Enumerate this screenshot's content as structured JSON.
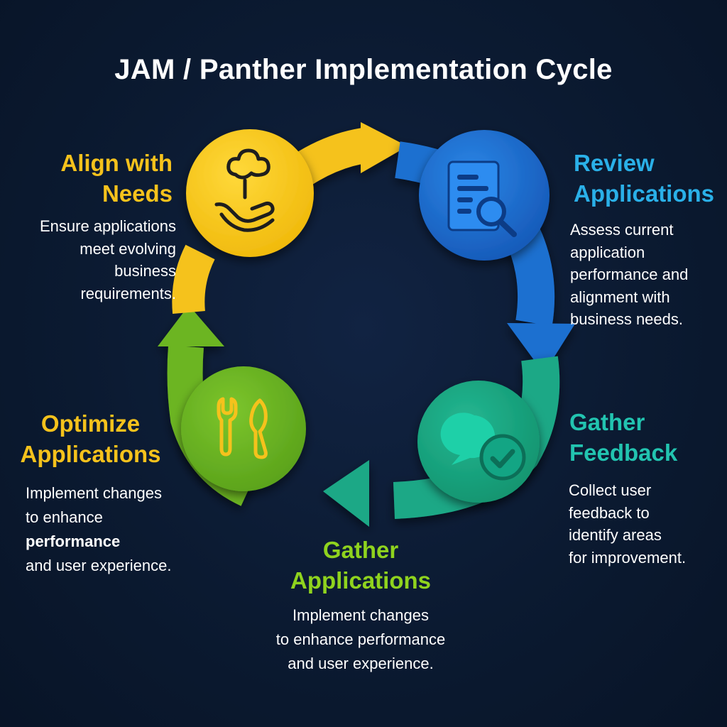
{
  "title": "JAM / Panther Implementation Cycle",
  "colors": {
    "background": "#0b1a31",
    "yellow": "#f5c518",
    "blue": "#1f6fd0",
    "teal": "#1aa886",
    "green": "#6cb523"
  },
  "stages": {
    "align": {
      "title_line1": "Align with",
      "title_line2": "Needs",
      "desc_line1": "Ensure applications",
      "desc_line2": "meet evolving",
      "desc_line3": "business",
      "desc_line4": "requirements.",
      "icon": "plant-in-hand-icon",
      "color": "#f5c21c"
    },
    "review": {
      "title_line1": "Review",
      "title_line2": "Applications",
      "desc_line1": "Assess current",
      "desc_line2": "application",
      "desc_line3": "performance and",
      "desc_line4": "alignment with",
      "desc_line5": "business needs.",
      "icon": "document-search-icon",
      "color": "#2ab0e8"
    },
    "feedback": {
      "title_line1": "Gather",
      "title_line2": "Feedback",
      "desc_line1": "Collect user",
      "desc_line2": "feedback to",
      "desc_line3": "identify areas",
      "desc_line4": "for improvement.",
      "icon": "chat-check-icon",
      "color": "#22c4b0"
    },
    "gather_apps": {
      "title_line1": "Gather",
      "title_line2": "Applications",
      "desc_line1": "Implement changes",
      "desc_line2": "to enhance performance",
      "desc_line3": "and user experience.",
      "color": "#8fd31e"
    },
    "optimize": {
      "title_line1": "Optimize",
      "title_line2": "Applications",
      "desc_line1": "Implement changes",
      "desc_line2": "to enhance",
      "desc_line3_bold": "performance",
      "desc_line4": "and user experience.",
      "icon": "wrench-tools-icon",
      "color": "#f5c21c"
    }
  }
}
